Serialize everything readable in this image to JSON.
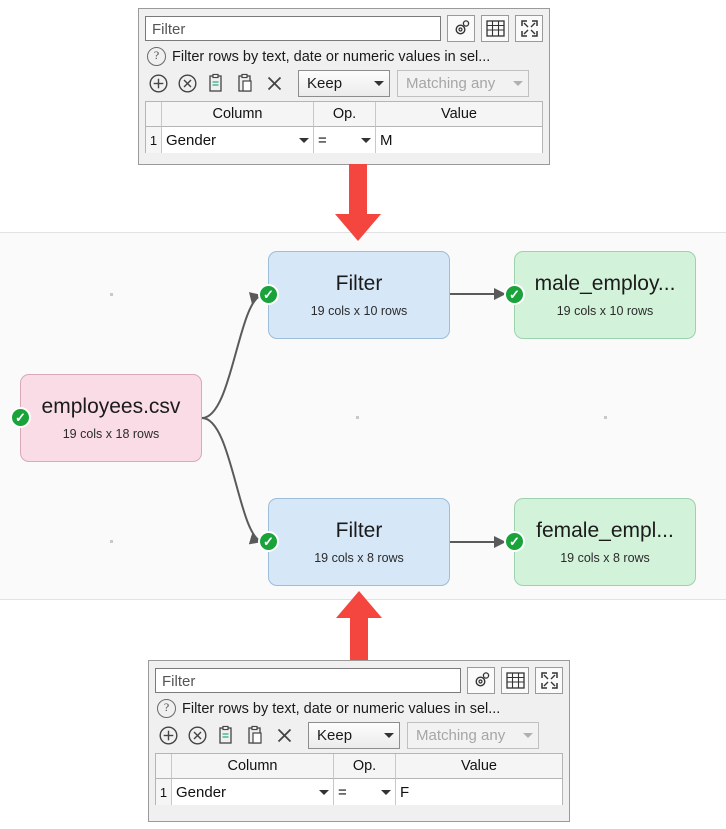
{
  "panels": [
    {
      "id": "top",
      "title_value": "Filter",
      "description": "Filter rows by text, date or numeric values in sel...",
      "toolbar_icons": [
        "add-icon",
        "remove-icon",
        "copy-icon",
        "paste-icon",
        "clear-icon"
      ],
      "mode_select": "Keep",
      "match_select": "Matching any",
      "titlebar_buttons": [
        "settings-icon",
        "grid-icon",
        "expand-icon"
      ],
      "table": {
        "headers": [
          "",
          "Column",
          "Op.",
          "Value"
        ],
        "rows": [
          {
            "num": "1",
            "column": "Gender",
            "op": "=",
            "value": "M"
          }
        ]
      }
    },
    {
      "id": "bottom",
      "title_value": "Filter",
      "description": "Filter rows by text, date or numeric values in sel...",
      "toolbar_icons": [
        "add-icon",
        "remove-icon",
        "copy-icon",
        "paste-icon",
        "clear-icon"
      ],
      "mode_select": "Keep",
      "match_select": "Matching any",
      "titlebar_buttons": [
        "settings-icon",
        "grid-icon",
        "expand-icon"
      ],
      "table": {
        "headers": [
          "",
          "Column",
          "Op.",
          "Value"
        ],
        "rows": [
          {
            "num": "1",
            "column": "Gender",
            "op": "=",
            "value": "F"
          }
        ]
      }
    }
  ],
  "canvas": {
    "nodes": [
      {
        "id": "source",
        "label": "employees.csv",
        "sub": "19 cols x 18 rows",
        "status": "ok"
      },
      {
        "id": "filter1",
        "label": "Filter",
        "sub": "19 cols x 10 rows",
        "status": "ok"
      },
      {
        "id": "out1",
        "label": "male_employ...",
        "sub": "19 cols x 10 rows",
        "status": "ok"
      },
      {
        "id": "filter2",
        "label": "Filter",
        "sub": "19 cols x 8 rows",
        "status": "ok"
      },
      {
        "id": "out2",
        "label": "female_empl...",
        "sub": "19 cols x 8 rows",
        "status": "ok"
      }
    ],
    "status_glyph": "✓",
    "colors": {
      "source_fill": "#f9dce6",
      "filter_fill": "#d6e7f7",
      "output_fill": "#d2f2da",
      "status_ok": "#1aa33b",
      "callout_arrow": "#f5453f",
      "link": "#5a5a5a"
    }
  }
}
